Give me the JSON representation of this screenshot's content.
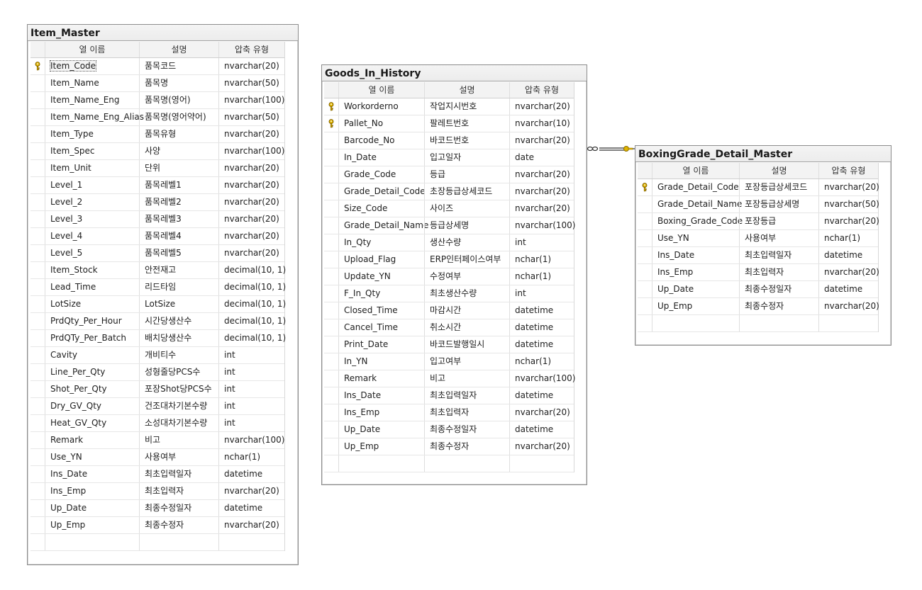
{
  "colors": {
    "key_icon": "#e0b400",
    "border": "#8c8c8c",
    "connector": "#555555"
  },
  "tables": [
    {
      "id": "item-master",
      "title": "Item_Master",
      "headers": [
        "열 이름",
        "설명",
        "압축 유형"
      ],
      "rows": [
        {
          "name": "Item_Code",
          "desc": "품목코드",
          "type": "nvarchar(20)",
          "key": true,
          "selected": true
        },
        {
          "name": "Item_Name",
          "desc": "품목명",
          "type": "nvarchar(50)"
        },
        {
          "name": "Item_Name_Eng",
          "desc": "품목명(영어)",
          "type": "nvarchar(100)"
        },
        {
          "name": "Item_Name_Eng_Alias",
          "desc": "품목명(영어약어)",
          "type": "nvarchar(50)"
        },
        {
          "name": "Item_Type",
          "desc": "품목유형",
          "type": "nvarchar(20)"
        },
        {
          "name": "Item_Spec",
          "desc": "사양",
          "type": "nvarchar(100)"
        },
        {
          "name": "Item_Unit",
          "desc": "단위",
          "type": "nvarchar(20)"
        },
        {
          "name": "Level_1",
          "desc": "품목레벨1",
          "type": "nvarchar(20)"
        },
        {
          "name": "Level_2",
          "desc": "품목레벨2",
          "type": "nvarchar(20)"
        },
        {
          "name": "Level_3",
          "desc": "품목레벨3",
          "type": "nvarchar(20)"
        },
        {
          "name": "Level_4",
          "desc": "품목레벨4",
          "type": "nvarchar(20)"
        },
        {
          "name": "Level_5",
          "desc": "품목레벨5",
          "type": "nvarchar(20)"
        },
        {
          "name": "Item_Stock",
          "desc": "안전재고",
          "type": "decimal(10, 1)"
        },
        {
          "name": "Lead_Time",
          "desc": "리드타임",
          "type": "decimal(10, 1)"
        },
        {
          "name": "LotSize",
          "desc": "LotSize",
          "type": "decimal(10, 1)"
        },
        {
          "name": "PrdQty_Per_Hour",
          "desc": "시간당생산수",
          "type": "decimal(10, 1)"
        },
        {
          "name": "PrdQTy_Per_Batch",
          "desc": "배치당생산수",
          "type": "decimal(10, 1)"
        },
        {
          "name": "Cavity",
          "desc": "개비티수",
          "type": "int"
        },
        {
          "name": "Line_Per_Qty",
          "desc": "성형줄당PCS수",
          "type": "int"
        },
        {
          "name": "Shot_Per_Qty",
          "desc": "포장Shot당PCS수",
          "type": "int"
        },
        {
          "name": "Dry_GV_Qty",
          "desc": "건조대차기본수량",
          "type": "int"
        },
        {
          "name": "Heat_GV_Qty",
          "desc": "소성대차기본수량",
          "type": "int"
        },
        {
          "name": "Remark",
          "desc": "비고",
          "type": "nvarchar(100)"
        },
        {
          "name": "Use_YN",
          "desc": "사용여부",
          "type": "nchar(1)"
        },
        {
          "name": "Ins_Date",
          "desc": "최초입력일자",
          "type": "datetime"
        },
        {
          "name": "Ins_Emp",
          "desc": "최초입력자",
          "type": "nvarchar(20)"
        },
        {
          "name": "Up_Date",
          "desc": "최종수정일자",
          "type": "datetime"
        },
        {
          "name": "Up_Emp",
          "desc": "최종수정자",
          "type": "nvarchar(20)"
        }
      ]
    },
    {
      "id": "goods-in-history",
      "title": "Goods_In_History",
      "headers": [
        "열 이름",
        "설명",
        "압축 유형"
      ],
      "rows": [
        {
          "name": "Workorderno",
          "desc": "작업지시번호",
          "type": "nvarchar(20)",
          "key": true
        },
        {
          "name": "Pallet_No",
          "desc": "팔레트번호",
          "type": "nvarchar(10)",
          "key": true
        },
        {
          "name": "Barcode_No",
          "desc": "바코드번호",
          "type": "nvarchar(20)"
        },
        {
          "name": "In_Date",
          "desc": "입고일자",
          "type": "date"
        },
        {
          "name": "Grade_Code",
          "desc": "등급",
          "type": "nvarchar(20)"
        },
        {
          "name": "Grade_Detail_Code",
          "desc": "초장등급상세코드",
          "type": "nvarchar(20)"
        },
        {
          "name": "Size_Code",
          "desc": "사이즈",
          "type": "nvarchar(20)"
        },
        {
          "name": "Grade_Detail_Name",
          "desc": "등급상세명",
          "type": "nvarchar(100)"
        },
        {
          "name": "In_Qty",
          "desc": "생산수량",
          "type": "int"
        },
        {
          "name": "Upload_Flag",
          "desc": "ERP인터페이스여부",
          "type": "nchar(1)"
        },
        {
          "name": "Update_YN",
          "desc": "수정여부",
          "type": "nchar(1)"
        },
        {
          "name": "F_In_Qty",
          "desc": "최초생산수량",
          "type": "int"
        },
        {
          "name": "Closed_Time",
          "desc": "마감시간",
          "type": "datetime"
        },
        {
          "name": "Cancel_Time",
          "desc": "취소시간",
          "type": "datetime"
        },
        {
          "name": "Print_Date",
          "desc": "바코드발행일시",
          "type": "datetime"
        },
        {
          "name": "In_YN",
          "desc": "입고여부",
          "type": "nchar(1)"
        },
        {
          "name": "Remark",
          "desc": "비고",
          "type": "nvarchar(100)"
        },
        {
          "name": "Ins_Date",
          "desc": "최초입력일자",
          "type": "datetime"
        },
        {
          "name": "Ins_Emp",
          "desc": "최초입력자",
          "type": "nvarchar(20)"
        },
        {
          "name": "Up_Date",
          "desc": "최종수정일자",
          "type": "datetime"
        },
        {
          "name": "Up_Emp",
          "desc": "최종수정자",
          "type": "nvarchar(20)"
        }
      ]
    },
    {
      "id": "boxinggrade-detail-master",
      "title": "BoxingGrade_Detail_Master",
      "headers": [
        "열 이름",
        "설명",
        "압축 유형"
      ],
      "rows": [
        {
          "name": "Grade_Detail_Code",
          "desc": "포장등급상세코드",
          "type": "nvarchar(20)",
          "key": true
        },
        {
          "name": "Grade_Detail_Name",
          "desc": "포장등급상세명",
          "type": "nvarchar(50)"
        },
        {
          "name": "Boxing_Grade_Code",
          "desc": "포장등급",
          "type": "nvarchar(20)"
        },
        {
          "name": "Use_YN",
          "desc": "사용여부",
          "type": "nchar(1)"
        },
        {
          "name": "Ins_Date",
          "desc": "최초입력일자",
          "type": "datetime"
        },
        {
          "name": "Ins_Emp",
          "desc": "최초입력자",
          "type": "nvarchar(20)"
        },
        {
          "name": "Up_Date",
          "desc": "최종수정일자",
          "type": "datetime"
        },
        {
          "name": "Up_Emp",
          "desc": "최종수정자",
          "type": "nvarchar(20)"
        }
      ]
    }
  ]
}
